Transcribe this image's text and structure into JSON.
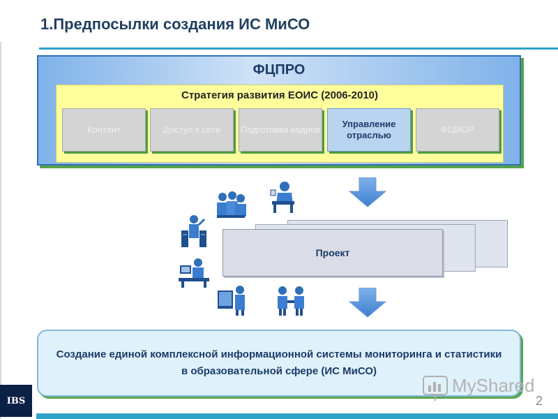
{
  "slide": {
    "title": "1.Предпосылки создания ИС МиСО",
    "page_number": "2",
    "logo": "IBS",
    "watermark": "MyShared"
  },
  "fcpro": {
    "title": "ФЦПРО",
    "strategy_title": "Стратегия развития ЕОИС (2006-2010)",
    "directions": [
      {
        "label": "Контент",
        "state": "dimmed"
      },
      {
        "label": "Доступ к сети",
        "state": "dimmed"
      },
      {
        "label": "Подготовка кадров",
        "state": "dimmed"
      },
      {
        "label": "Управление отраслью",
        "state": "active"
      },
      {
        "label": "ФЦИОР",
        "state": "dimmed"
      }
    ]
  },
  "project": {
    "label": "Проект"
  },
  "result": {
    "text": "Создание единой комплексной информационной системы мониторинга и статистики в образовательной сфере (ИС МиСО)"
  },
  "colors": {
    "accent_rule": "#2fa2c8",
    "panel_border": "#2f6fb8",
    "shadow_green": "#57a34a",
    "text_dark": "#1b3b68",
    "strategy_bg": "#ffff9c",
    "arrow": "#4f8fdc"
  },
  "icons": [
    "people-group-icon",
    "person-at-desk-icon",
    "person-server-icon",
    "person-computer-icon",
    "person-presenting-icon",
    "people-handshake-icon",
    "arrow-down-icon",
    "chart-icon"
  ]
}
